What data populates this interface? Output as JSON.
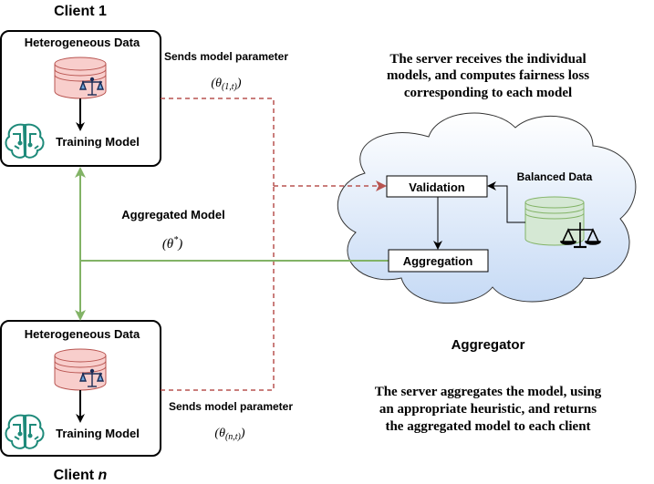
{
  "client1": {
    "title": "Client 1",
    "data_label": "Heterogeneous Data",
    "model_label": "Training Model"
  },
  "clientn": {
    "title_prefix": "Client ",
    "title_var": "n",
    "data_label": "Heterogeneous Data",
    "model_label": "Training Model"
  },
  "edges": {
    "send_top_label": "Sends model parameter",
    "send_top_param_base": "(θ",
    "send_top_param_sub": "(1,t)",
    "send_top_param_close": ")",
    "send_bottom_label": "Sends model parameter",
    "send_bottom_param_base": "(θ",
    "send_bottom_param_sub": "(n,t)",
    "send_bottom_param_close": ")",
    "aggregated_label": "Aggregated Model",
    "aggregated_param_base": "(θ",
    "aggregated_param_sup": "*",
    "aggregated_param_close": ")"
  },
  "server": {
    "validation_label": "Validation",
    "aggregation_label": "Aggregation",
    "balanced_label": "Balanced Data",
    "aggregator_label": "Aggregator"
  },
  "notes": {
    "top_line1": "The server receives the individual",
    "top_line2": "models, and computes fairness loss",
    "top_line3": "corresponding to each model",
    "bottom_line1": "The server aggregates the model, using",
    "bottom_line2": "an appropriate heuristic, and returns",
    "bottom_line3": "the aggregated model to each client"
  },
  "colors": {
    "dashed_red": "#b85450",
    "green": "#82b366",
    "db_fill": "#f8cecc",
    "db_stroke": "#b85450",
    "balanced_fill": "#d5e8d4",
    "balanced_stroke": "#82b366",
    "cloud_fill": "#dae8fc",
    "brain_teal": "#1e8a7a"
  }
}
